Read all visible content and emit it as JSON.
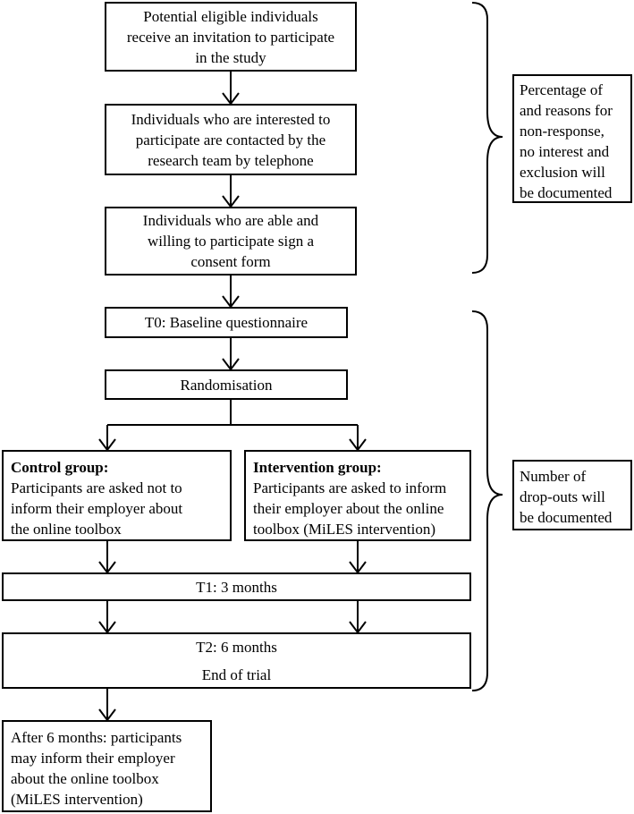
{
  "boxes": {
    "invitation": [
      "Potential eligible individuals",
      "receive an invitation to participate",
      "in the study"
    ],
    "contacted": [
      "Individuals who are interested to",
      "participate are contacted by the",
      "research team by telephone"
    ],
    "consent": [
      "Individuals who are able and",
      "willing to participate sign a",
      "consent form"
    ],
    "baseline": "T0: Baseline questionnaire",
    "randomisation": "Randomisation",
    "control": {
      "heading": "Control group:",
      "lines": [
        "Participants are asked not to",
        "inform their employer about",
        "the online toolbox"
      ]
    },
    "intervention": {
      "heading": "Intervention group:",
      "lines": [
        "Participants are asked to inform",
        "their employer about the online",
        "toolbox (MiLES intervention)"
      ]
    },
    "t1": "T1: 3 months",
    "t2": {
      "line1": "T2: 6 months",
      "line2": "End of trial"
    },
    "after": [
      "After 6 months: participants",
      "may inform their employer",
      "about the online toolbox",
      "(MiLES intervention)"
    ]
  },
  "notes": {
    "nonresponse": [
      "Percentage of",
      "and reasons for",
      "non-response,",
      "no interest and",
      "exclusion will",
      "be documented"
    ],
    "dropouts": [
      "Number of",
      "drop-outs will",
      "be documented"
    ]
  }
}
